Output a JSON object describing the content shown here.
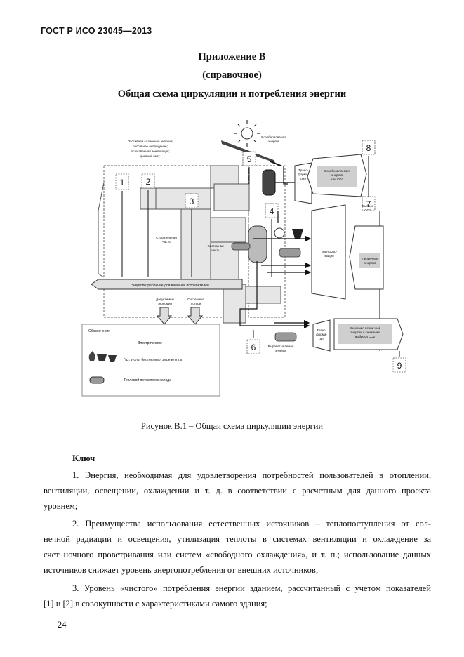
{
  "header": {
    "standard": "ГОСТ Р ИСО 23045—2013"
  },
  "appendix": {
    "title": "Приложение В",
    "kind": "(справочное)",
    "heading": "Общая схема циркуляции и потребления энергии"
  },
  "diagram": {
    "numbers": [
      "1",
      "2",
      "3",
      "4",
      "5",
      "6",
      "7",
      "8",
      "9"
    ],
    "labels": {
      "passive_line1": "Пассивная солнечная энергия;",
      "passive_line2": "пассивное охлаждение;",
      "passive_line3": "естественная вентиляция;",
      "passive_line4": "дневной свет;",
      "renewable_top_line1": "Возобновляемая",
      "renewable_top_line2": "энергия",
      "building_line1": "Строительная",
      "building_line2": "часть",
      "system_line1": "Системная",
      "system_line2": "часть",
      "transform_top_line1": "Транс-",
      "transform_top_line2": "форма-",
      "transform_top_line3": "ция",
      "renew_box_line1": "Возобновляемая",
      "renew_box_line2": "энергия",
      "renew_box_line3": "или СО2",
      "emission_line1": "Выброс",
      "emission_line2": "СО2",
      "transform_mid_line1": "Трансфор-",
      "transform_mid_line2": "мация",
      "primary_line1": "Первичная",
      "primary_line2": "энергия",
      "user_demand": "Энергопотребление для внешних потребителей",
      "useful_line1": "Допустимые",
      "useful_line2": "экономия",
      "system_loss_line1": "Системные",
      "system_loss_line2": "потери",
      "generated_line1": "Вырабатываемая",
      "generated_line2": "энергия",
      "transform_bot_line1": "Транс-",
      "transform_bot_line2": "форма-",
      "transform_bot_line3": "ция",
      "savings_line1": "Экономия первичной",
      "savings_line2": "энергии и снижение",
      "savings_line3": "выброса СО2"
    },
    "legend": {
      "title": "Обозначения",
      "electricity": "Электричество",
      "fuels": "Газ, уголь, биотопливо, дерево и т.п.",
      "heat": "Тепловой поток/поток холода"
    }
  },
  "caption": "Рисунок В.1 – Общая схема циркуляции энергии",
  "key_title": "Ключ",
  "paragraphs": {
    "p1": [
      "1. Энергия, необходимая для удовлетворения потребностей пользователей в отоплении,",
      "вентиляции, освещении, охлаждении и т. д. в соответствии с расчетным для данного проекта",
      "уровнем;"
    ],
    "p2": [
      "2. Преимущества использования естественных источников – теплопоступления от сол-",
      "нечной радиации и освещения, утилизация теплоты в системах вентиляции и охлаждение за",
      "счет ночного проветривания или систем «свободного охлаждения», и т. п.; использование данных",
      "источников снижает уровень энергопотребления от внешних источников;"
    ],
    "p3": [
      "3. Уровень «чистого» потребления энергии зданием, рассчитанный с учетом показателей",
      "[1] и [2] в совокупности с характеристиками самого здания;"
    ]
  },
  "page_number": "24"
}
